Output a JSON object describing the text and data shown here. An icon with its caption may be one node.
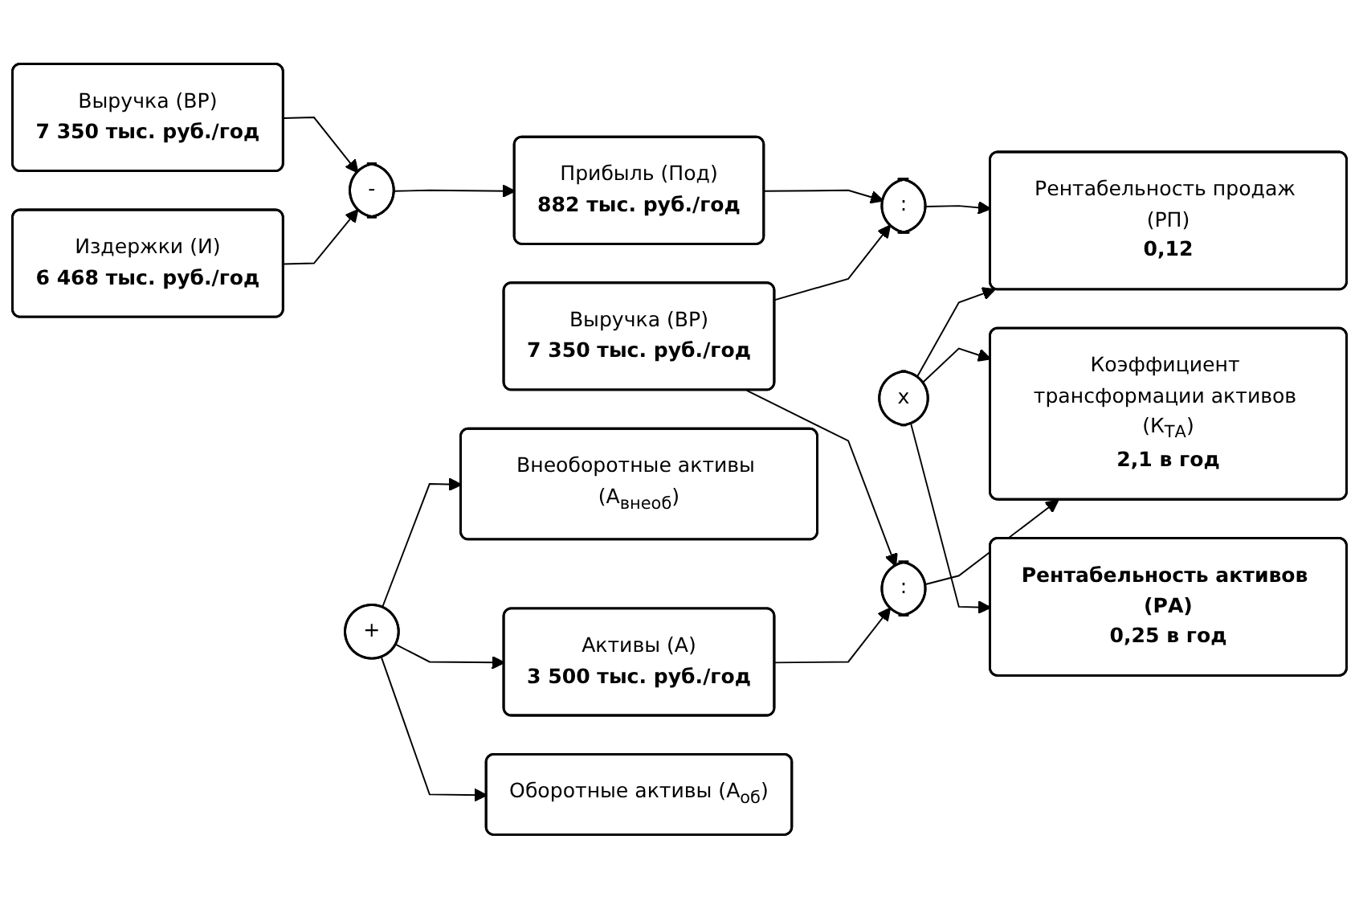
{
  "diagram": {
    "nodes": [
      {
        "text": [
          "Выручка (ВР)",
          "7 350 тыс. руб./год"
        ]
      },
      {
        "text": [
          "-"
        ]
      },
      {
        "text": [
          "Прибыль (Под)",
          "882 тыс. руб./год"
        ]
      },
      {
        "text": [
          "Издержки (И)",
          "6 468 тыс. руб./год"
        ]
      },
      {
        "text": [
          ":"
        ]
      },
      {
        "text": [
          "Рентабельность продаж (РП)",
          "0,12"
        ]
      },
      {
        "text": [
          "Выручка (ВР)",
          "7 350 тыс. руб./год"
        ]
      },
      {
        "text": [
          "x"
        ]
      },
      {
        "text": [
          "Рентабельность активов (РА)",
          "0,25 в год"
        ]
      },
      {
        "text": [
          "Внеоборотные активы (А$_{внеоб}$)"
        ]
      },
      {
        "text": [
          ":"
        ]
      },
      {
        "text": [
          "Коэффициент трансформации активов (К$_{ТА}$)",
          "2,1 в год"
        ]
      },
      {
        "text": [
          "+"
        ]
      },
      {
        "text": [
          "Активы (А)",
          "3 500 тыс. руб./год"
        ]
      },
      {
        "text": [
          "Оборотные активы (А$_{об}$)"
        ]
      }
    ],
    "edges": [
      {
        "from": 0,
        "to": 1,
        "arrow": "to"
      },
      {
        "from": 3,
        "to": 1,
        "arrow": "to"
      },
      {
        "from": 1,
        "to": 2,
        "arrow": "to"
      },
      {
        "from": 2,
        "to": 4,
        "arrow": "to"
      },
      {
        "from": 6,
        "to": 4,
        "arrow": "to"
      },
      {
        "from": 4,
        "to": 5,
        "arrow": "to"
      },
      {
        "from": 7,
        "to": 5,
        "arrow": "to"
      },
      {
        "from": 7,
        "to": 11,
        "arrow": "to"
      },
      {
        "from": 7,
        "to": 8,
        "arrow": "to"
      },
      {
        "from": 6,
        "to": 10,
        "arrow": "to"
      },
      {
        "from": 13,
        "to": 10,
        "arrow": "to"
      },
      {
        "from": 10,
        "to": 11,
        "arrow": "to"
      },
      {
        "from": 12,
        "to": 9,
        "arrow": "to"
      },
      {
        "from": 12,
        "to": 14,
        "arrow": "to"
      },
      {
        "from": 12,
        "to": 13,
        "arrow": "to"
      }
    ]
  }
}
